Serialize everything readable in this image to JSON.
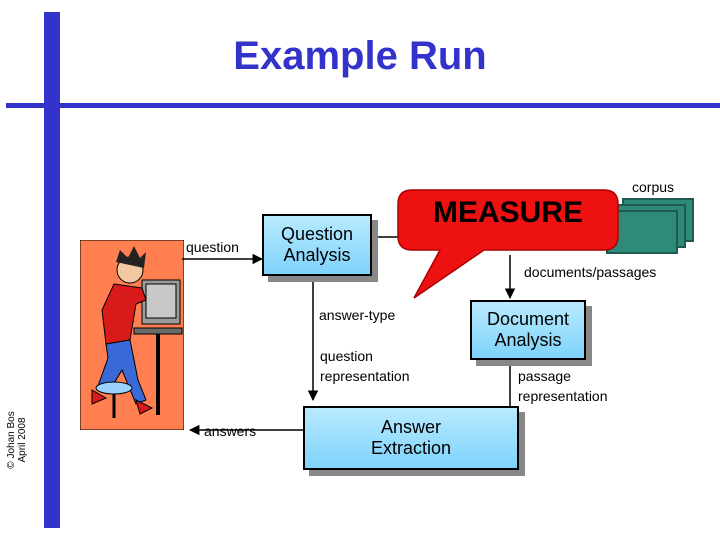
{
  "title": "Example Run",
  "copyright": [
    "© Johan Bos",
    "April 2008"
  ],
  "labels": {
    "question": "question",
    "corpus": "corpus",
    "documents": "documents/passages",
    "answer_type": "answer-type",
    "question_repr": [
      "question",
      "representation"
    ],
    "passage_repr": [
      "passage",
      "representation"
    ],
    "answers": "answers"
  },
  "boxes": {
    "question_analysis": [
      "Question",
      "Analysis"
    ],
    "document_analysis": [
      "Document",
      "Analysis"
    ],
    "answer_extraction": [
      "Answer",
      "Extraction"
    ]
  },
  "callout": "MEASURE",
  "colors": {
    "accent": "#3333cc",
    "box": "#7fd3fb",
    "callout": "#ee1111",
    "corpus": "#2e8b7a"
  }
}
